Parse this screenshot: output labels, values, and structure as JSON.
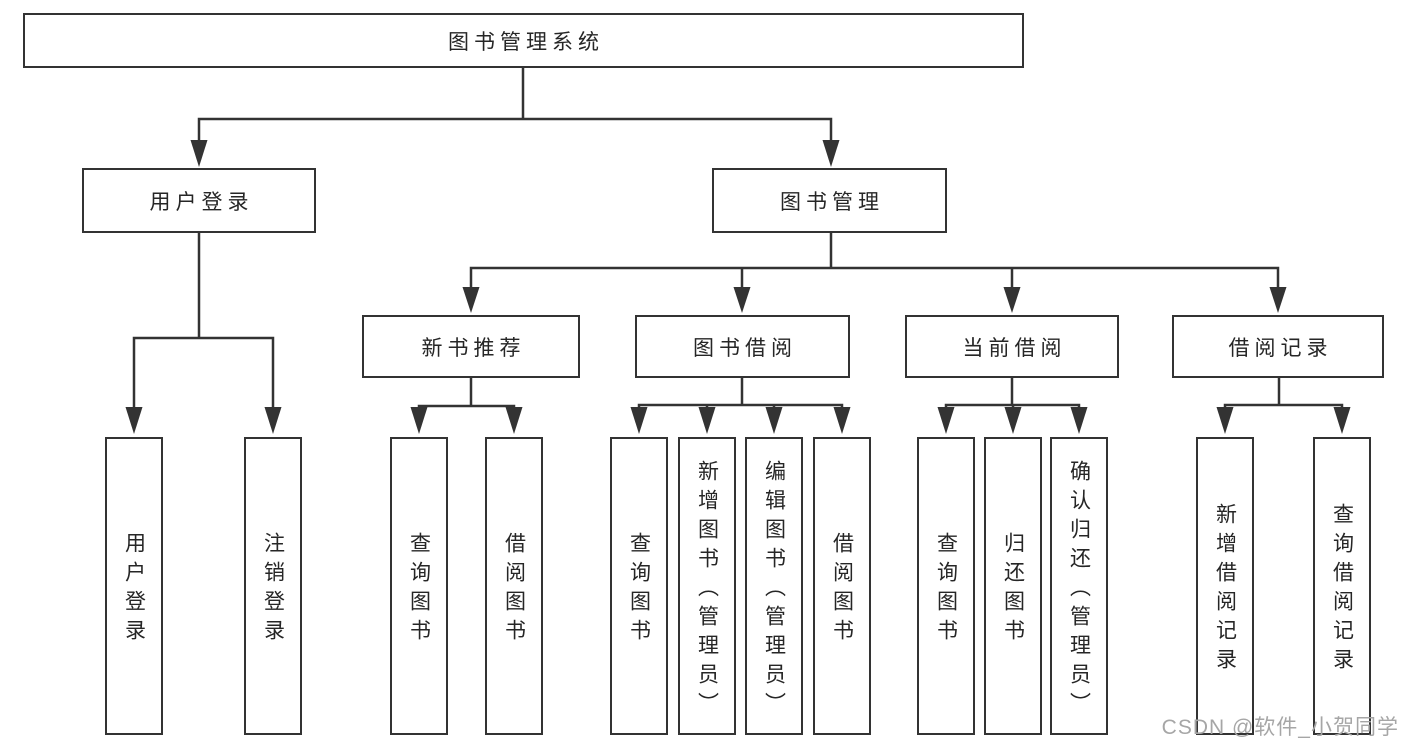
{
  "nodes": {
    "root": "图书管理系统",
    "user_login": "用户登录",
    "book_management": "图书管理",
    "new_book_recommend": "新书推荐",
    "book_borrowing": "图书借阅",
    "current_borrowing": "当前借阅",
    "borrowing_records": "借阅记录",
    "ul_user_login": "用户登录",
    "ul_logout": "注销登录",
    "nbr_query_books": "查询图书",
    "nbr_borrow_books": "借阅图书",
    "bb_query_books": "查询图书",
    "bb_add_books_admin": "新增图书（管理员）",
    "bb_edit_books_admin": "编辑图书（管理员）",
    "bb_borrow_books": "借阅图书",
    "cb_query_books": "查询图书",
    "cb_return_books": "归还图书",
    "cb_confirm_return_admin": "确认归还（管理员）",
    "br_add_record": "新增借阅记录",
    "br_query_record": "查询借阅记录"
  },
  "watermark": {
    "text": "CSDN @软件_小贺同学"
  },
  "colors": {
    "line": "#333333",
    "text": "#262626",
    "watermark": "#a6a6a6",
    "background": "#ffffff"
  }
}
